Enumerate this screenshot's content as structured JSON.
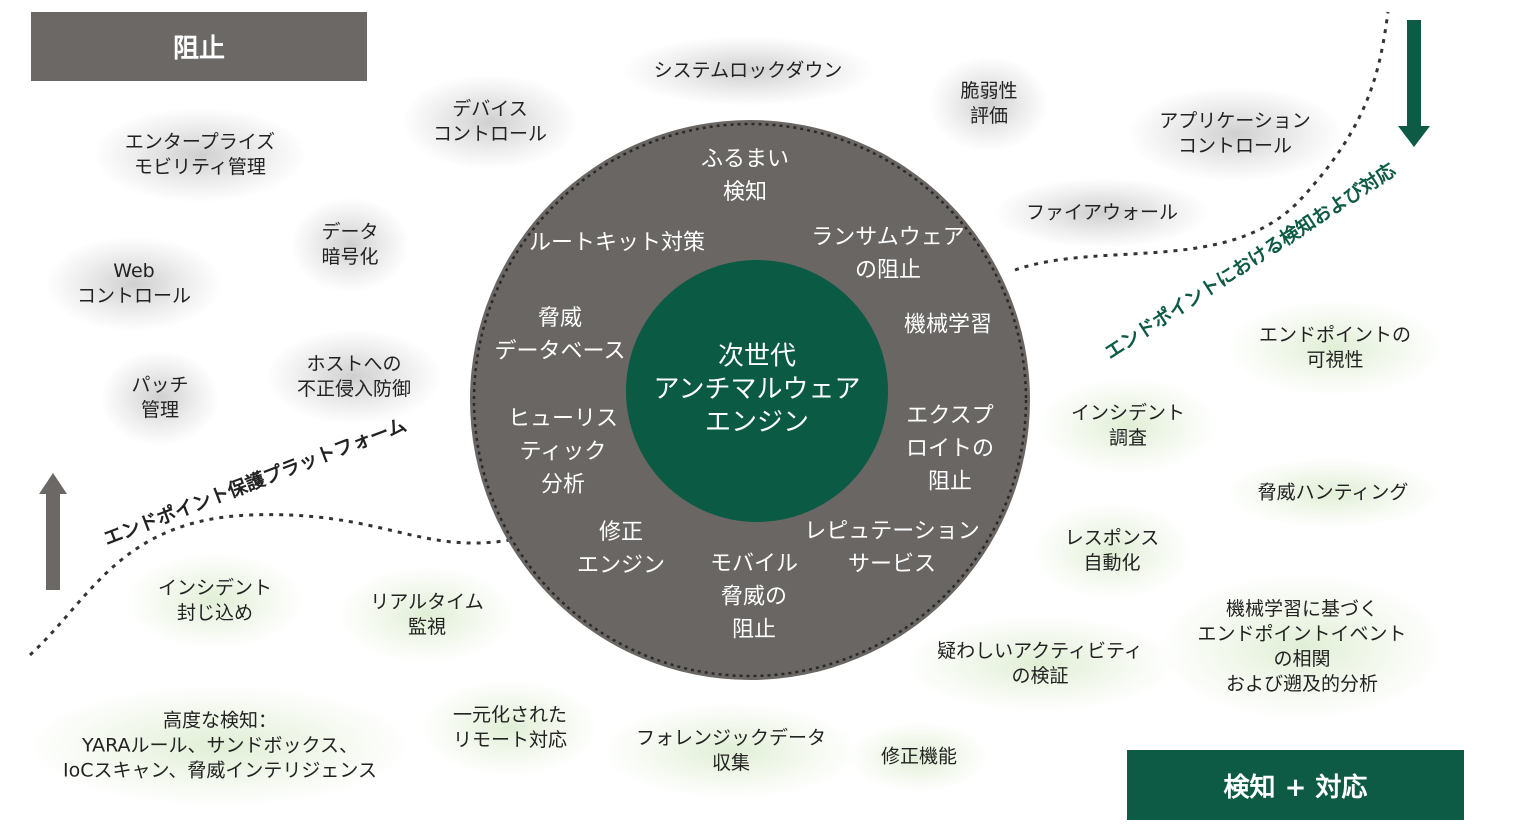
{
  "headers": {
    "block": "阻止",
    "detect_respond": "検知 + 対応"
  },
  "curves": {
    "epp": "エンドポイント保護プラットフォーム",
    "edr": "エンドポイントにおける検知および対応"
  },
  "core": {
    "label": "次世代\nアンチマルウェア\nエンジン"
  },
  "ring_items": [
    "ふるまい\n検知",
    "ランサムウェア\nの阻止",
    "機械学習",
    "エクスプ\nロイトの\n阻止",
    "レピュテーション\nサービス",
    "モバイル\n脅威の\n阻止",
    "修正\nエンジン",
    "ヒューリス\nティック\n分析",
    "脅威\nデータベース",
    "ルートキット対策"
  ],
  "prevention_items": [
    "システムロックダウン",
    "デバイス\nコントロール",
    "脆弱性\n評価",
    "アプリケーション\nコントロール",
    "エンタープライズ\nモビリティ管理",
    "データ\n暗号化",
    "ファイアウォール",
    "Web\nコントロール",
    "ホストへの\n不正侵入防御",
    "パッチ\n管理"
  ],
  "detection_items": [
    "エンドポイントの\n可視性",
    "インシデント\n調査",
    "脅威ハンティング",
    "レスポンス\n自動化",
    "機械学習に基づく\nエンドポイントイベントの相関\nおよび遡及的分析",
    "疑わしいアクティビティ\nの検証",
    "インシデント\n封じ込め",
    "リアルタイム\n監視",
    "高度な検知：\nYARAルール、サンドボックス、\nIoCスキャン、脅威インテリジェンス",
    "一元化された\nリモート対応",
    "フォレンジックデータ\n収集",
    "修正機能"
  ],
  "colors": {
    "gray": "#6c6866",
    "green": "#0d5a45",
    "ring": "#6a6664",
    "core": "#0b5a44"
  }
}
